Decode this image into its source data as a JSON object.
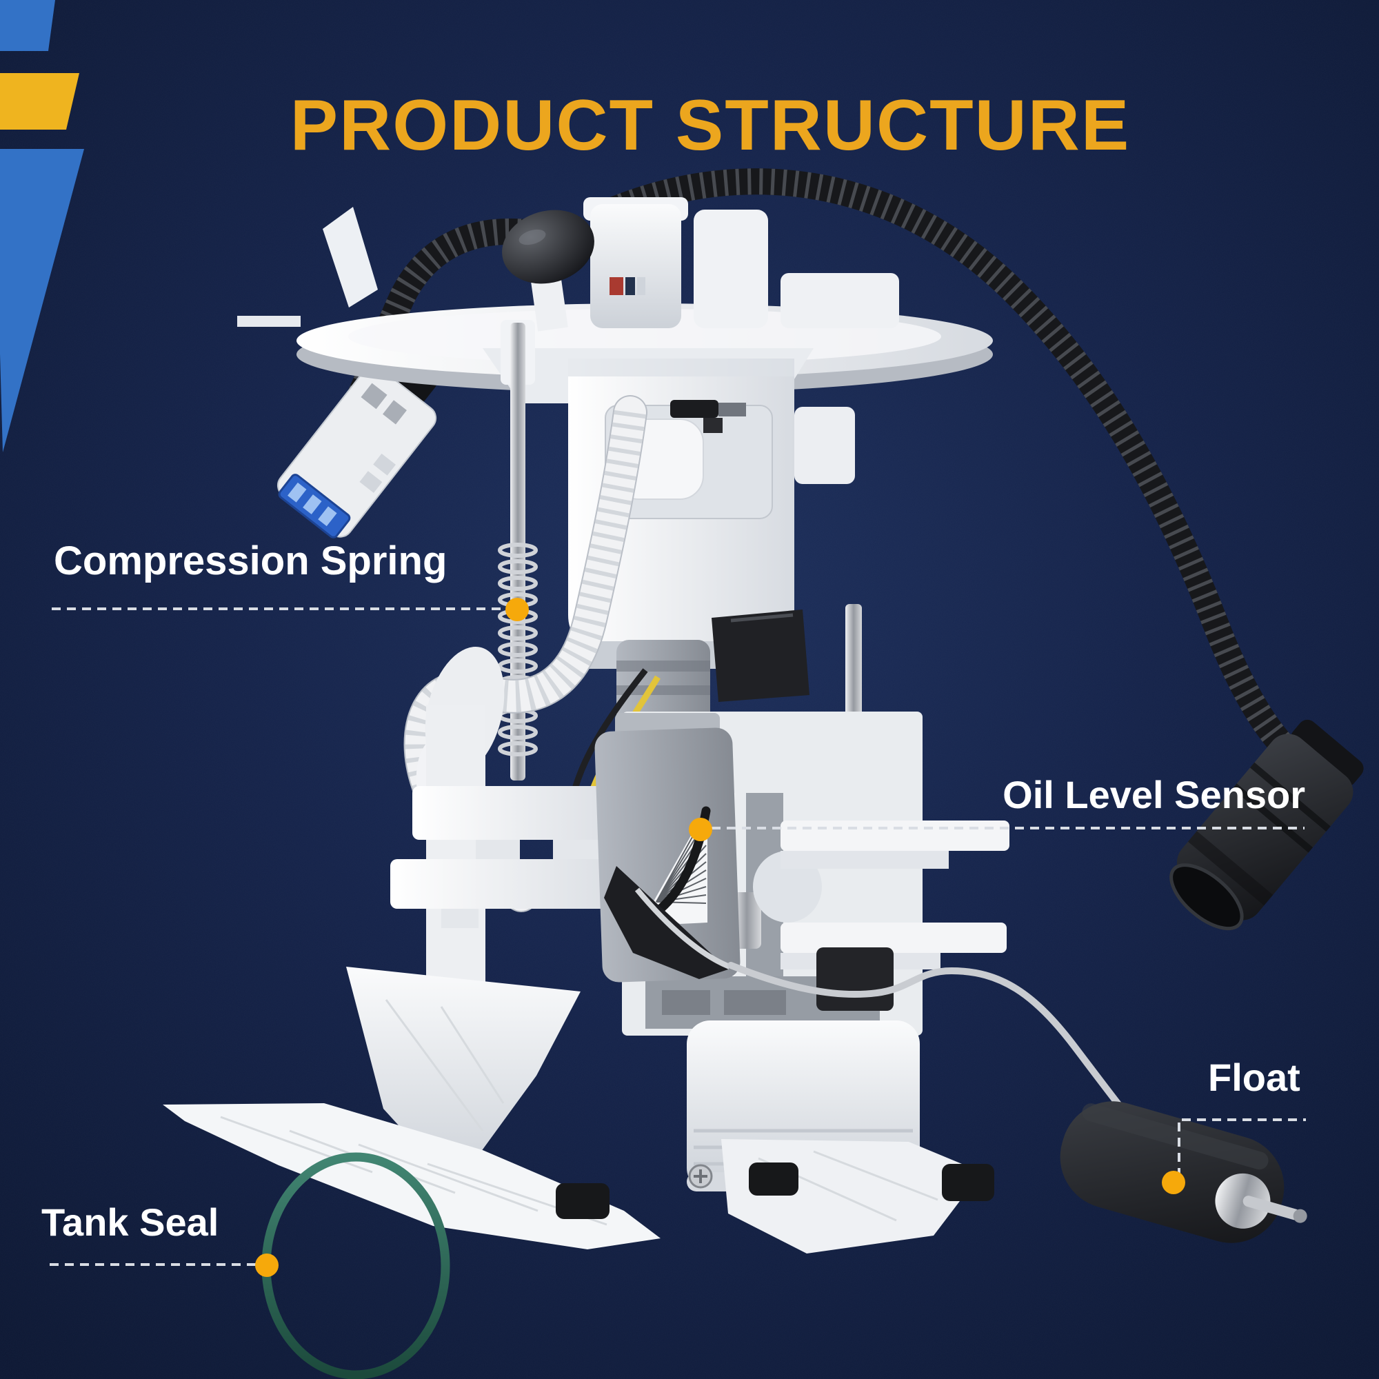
{
  "title": {
    "text": "PRODUCT STRUCTURE"
  },
  "annotations": {
    "compression_spring": {
      "label": "Compression Spring"
    },
    "oil_level_sensor": {
      "label": "Oil Level Sensor"
    },
    "float": {
      "label": "Float"
    },
    "tank_seal": {
      "label": "Tank Seal"
    }
  },
  "illustration": {
    "subject": "fuel-pump-module-assembly"
  },
  "colors": {
    "background-navy": "#16264C",
    "accent-gold": "#ECA61E",
    "label-white": "#FFFFFF",
    "leader-gray": "#D9DDE4",
    "dot-gold": "#F6A90B",
    "ribbon-blue": "#3372C6",
    "ribbon-yellow": "#EFB41F",
    "seal-teal": "#2E6B5B"
  }
}
